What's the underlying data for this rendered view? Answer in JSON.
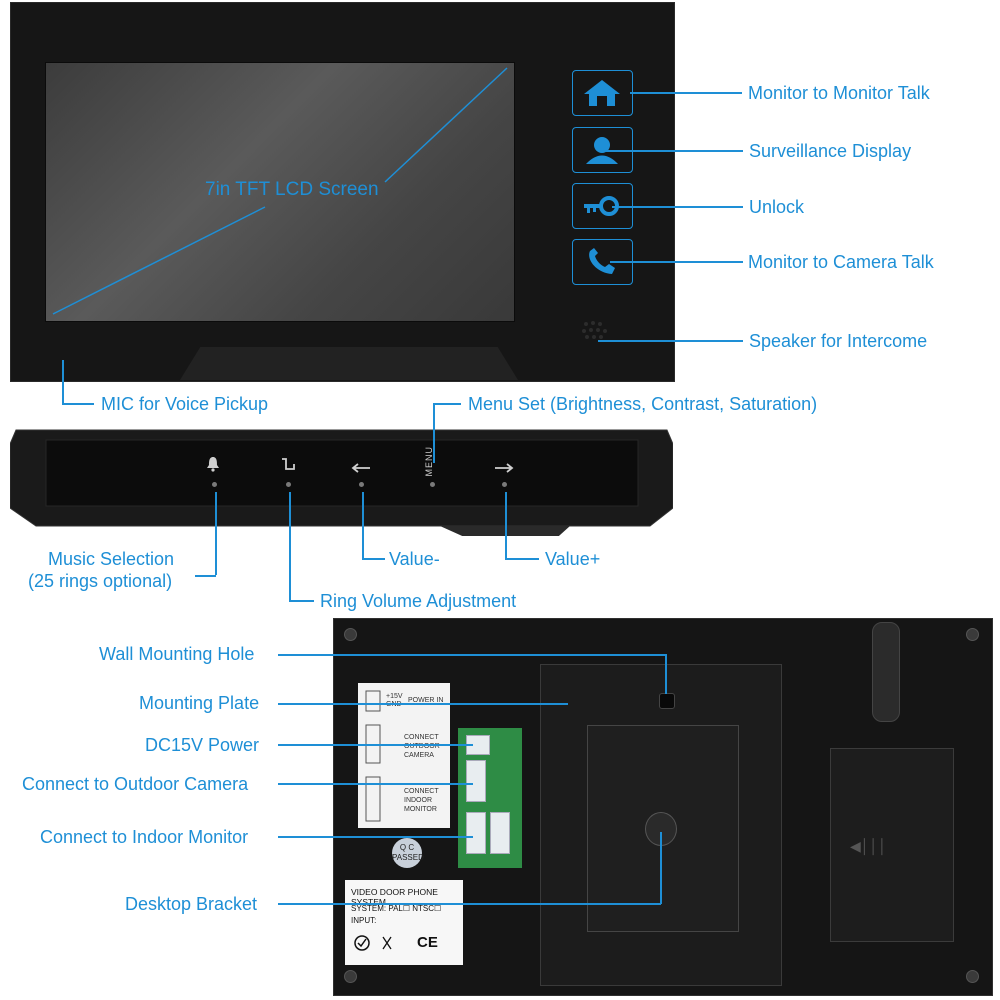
{
  "front": {
    "screen_label": "7in TFT LCD Screen",
    "callouts": {
      "monitor_to_monitor": "Monitor to Monitor Talk",
      "surveillance": "Surveillance Display",
      "unlock": "Unlock",
      "monitor_to_camera": "Monitor to Camera Talk",
      "speaker": "Speaker for Intercome",
      "mic": "MIC for Voice Pickup"
    }
  },
  "bottom": {
    "menu_button_text": "MENU",
    "callouts": {
      "menu_set": "Menu Set (Brightness, Contrast, Saturation)",
      "music_selection_line1": "Music Selection",
      "music_selection_line2": "(25 rings optional)",
      "value_minus": "Value-",
      "value_plus": "Value+",
      "ring_volume": "Ring Volume Adjustment"
    }
  },
  "back": {
    "callouts": {
      "wall_mounting_hole": "Wall Mounting Hole",
      "mounting_plate": "Mounting Plate",
      "dc15v_power": "DC15V Power",
      "outdoor_camera": "Connect to Outdoor Camera",
      "indoor_monitor": "Connect to Indoor Monitor",
      "desktop_bracket": "Desktop Bracket"
    },
    "terminal_label": {
      "power_pins": "+15V\nGND",
      "power_in": "POWER IN",
      "connect_outdoor_camera": "CONNECT\nOUTDOOR\nCAMERA",
      "connect_indoor_monitor": "CONNECT\nINDOOR\nMONITOR"
    },
    "qc_badge": "Q C\nPASSED",
    "product_label": {
      "title": "VIDEO DOOR PHONE SYSTEM",
      "system": "SYSTEM:  PAL☐  NTSC☐",
      "input": "INPUT:",
      "ce_mark": "CE"
    }
  },
  "colors": {
    "accent": "#1e8fd6",
    "body": "#161616"
  },
  "icons": {
    "home": "home-icon",
    "person": "person-icon",
    "key": "key-icon",
    "phone": "phone-icon",
    "bell": "bell-icon",
    "ring": "ring-volume-icon",
    "arrow_left": "arrow-left-icon",
    "arrow_right": "arrow-right-icon"
  }
}
